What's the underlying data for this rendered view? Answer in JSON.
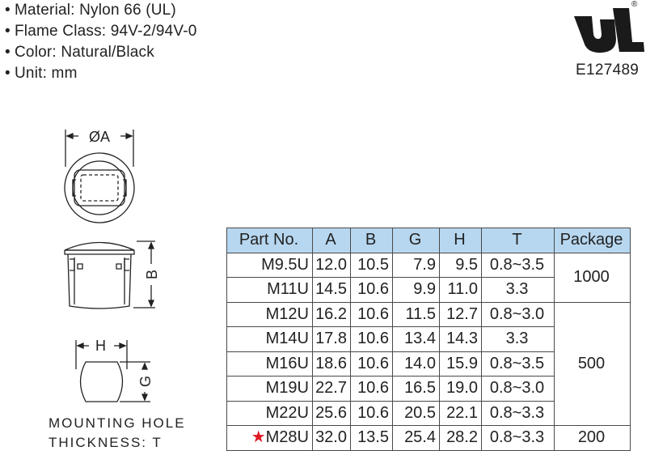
{
  "specs": [
    {
      "bullet": "•",
      "text": "Material: Nylon 66 (UL)"
    },
    {
      "bullet": "•",
      "text": "Flame Class: 94V-2/94V-0"
    },
    {
      "bullet": "•",
      "text": "Color: Natural/Black"
    },
    {
      "bullet": "•",
      "text": "Unit: mm"
    }
  ],
  "certification": {
    "mark_icon": "ul-recognized-icon",
    "registered": "®",
    "number": "E127489"
  },
  "drawing": {
    "top_view_dim": "ØA",
    "side_view_dim": "B",
    "hole_width_dim": "H",
    "hole_height_dim": "G",
    "note_line1": "MOUNTING HOLE",
    "note_line2": "THICKNESS: T"
  },
  "table": {
    "header_bg": "#b7d7f0",
    "columns": [
      "Part No.",
      "A",
      "B",
      "G",
      "H",
      "T",
      "Package"
    ],
    "rows": [
      {
        "part": "M9.5U",
        "a": "12.0",
        "b": "10.5",
        "g": "7.9",
        "h": "9.5",
        "t": "0.8~3.5",
        "star": false
      },
      {
        "part": "M11U",
        "a": "14.5",
        "b": "10.6",
        "g": "9.9",
        "h": "11.0",
        "t": "3.3",
        "star": false
      },
      {
        "part": "M12U",
        "a": "16.2",
        "b": "10.6",
        "g": "11.5",
        "h": "12.7",
        "t": "0.8~3.0",
        "star": false
      },
      {
        "part": "M14U",
        "a": "17.8",
        "b": "10.6",
        "g": "13.4",
        "h": "14.3",
        "t": "3.3",
        "star": false
      },
      {
        "part": "M16U",
        "a": "18.6",
        "b": "10.6",
        "g": "14.0",
        "h": "15.9",
        "t": "0.8~3.5",
        "star": false
      },
      {
        "part": "M19U",
        "a": "22.7",
        "b": "10.6",
        "g": "16.5",
        "h": "19.0",
        "t": "0.8~3.0",
        "star": false
      },
      {
        "part": "M22U",
        "a": "25.6",
        "b": "10.6",
        "g": "20.5",
        "h": "22.1",
        "t": "0.8~3.3",
        "star": false
      },
      {
        "part": "M28U",
        "a": "32.0",
        "b": "13.5",
        "g": "25.4",
        "h": "28.2",
        "t": "0.8~3.3",
        "star": true,
        "star_glyph": "★",
        "star_color": "#e01822"
      }
    ],
    "packages": [
      {
        "qty": "1000",
        "rows": 2
      },
      {
        "qty": "500",
        "rows": 5
      },
      {
        "qty": "200",
        "rows": 1
      }
    ]
  }
}
